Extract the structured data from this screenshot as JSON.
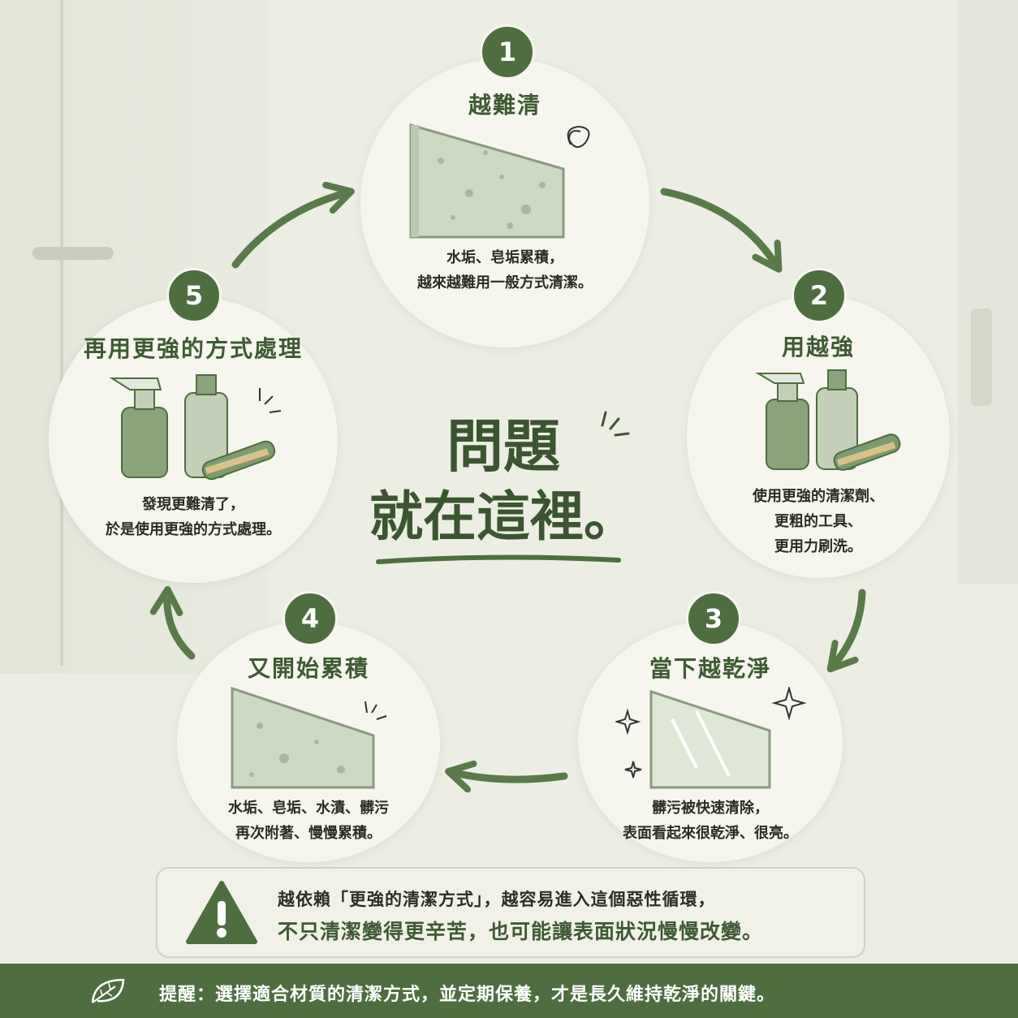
{
  "colors": {
    "accent": "#4e6e3f",
    "title_green": "#3e5a32",
    "background": "#eceee3",
    "circle_fill": "#f6f6ef"
  },
  "steps": [
    {
      "number": "1",
      "title": "越難清",
      "desc": [
        "水垢、皂垢累積，",
        "越來越難用一般方式清潔。"
      ],
      "illustration": "dirty-glass-panel-icon"
    },
    {
      "number": "2",
      "title": "用越強",
      "desc": [
        "使用更強的清潔劑、",
        "更粗的工具、",
        "更用力刷洗。"
      ],
      "illustration": "cleaning-products-icon"
    },
    {
      "number": "3",
      "title": "當下越乾淨",
      "desc": [
        "髒污被快速清除，",
        "表面看起來很乾淨、很亮。"
      ],
      "illustration": "sparkling-glass-panel-icon"
    },
    {
      "number": "4",
      "title": "又開始累積",
      "desc": [
        "水垢、皂垢、水漬、髒污",
        "再次附著、慢慢累積。"
      ],
      "illustration": "stained-glass-panel-icon"
    },
    {
      "number": "5",
      "title": "再用更強的方式處理",
      "desc": [
        "發現更難清了，",
        "於是使用更強的方式處理。"
      ],
      "illustration": "cleaning-products-icon"
    }
  ],
  "center": {
    "line1": "問題",
    "line2": "就在這裡。"
  },
  "warning": {
    "icon": "warning-triangle-icon",
    "line1": "越依賴「更強的清潔方式」，越容易進入這個惡性循環，",
    "line2": "不只清潔變得更辛苦，也可能讓表面狀況慢慢改變。"
  },
  "footer": {
    "icon": "leaf-icon",
    "text": "提醒：選擇適合材質的清潔方式，並定期保養，才是長久維持乾淨的關鍵。"
  }
}
